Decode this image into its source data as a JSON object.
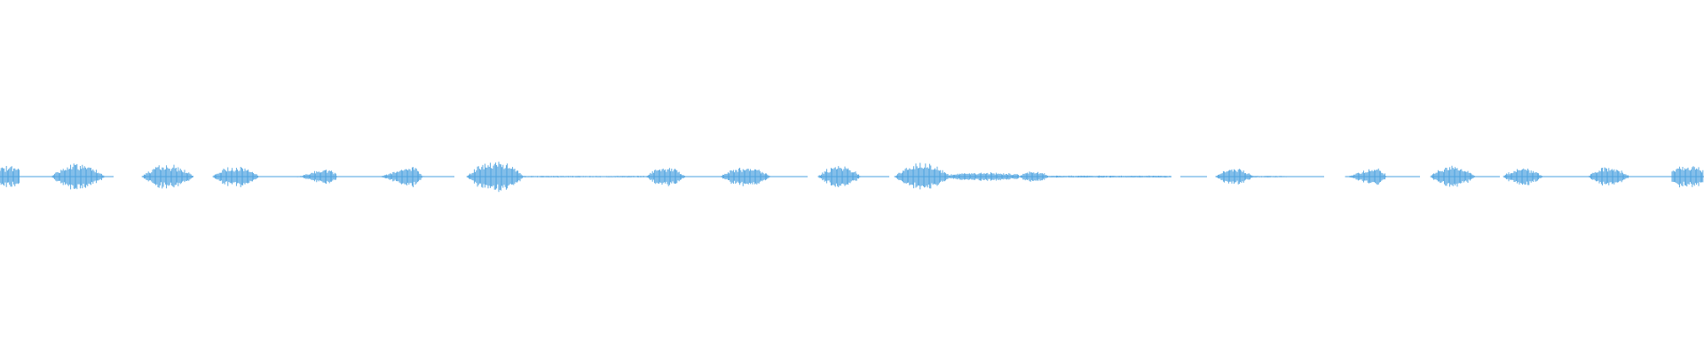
{
  "waveform": {
    "color": "#4ea3e0",
    "background": "#ffffff",
    "amplitude_max": 1.0,
    "duration_units": 1920,
    "segments": [
      {
        "start": 0,
        "end": 22,
        "peak": 0.45,
        "shape": "burst"
      },
      {
        "start": 22,
        "end": 58,
        "peak": 0.0,
        "shape": "flat"
      },
      {
        "start": 58,
        "end": 118,
        "peak": 0.55,
        "shape": "swell"
      },
      {
        "start": 118,
        "end": 128,
        "peak": 0.0,
        "shape": "flat"
      },
      {
        "start": 160,
        "end": 218,
        "peak": 0.5,
        "shape": "swell"
      },
      {
        "start": 240,
        "end": 292,
        "peak": 0.45,
        "shape": "swell"
      },
      {
        "start": 292,
        "end": 334,
        "peak": 0.0,
        "shape": "flat"
      },
      {
        "start": 334,
        "end": 382,
        "peak": 0.42,
        "shape": "ramp"
      },
      {
        "start": 382,
        "end": 426,
        "peak": 0.0,
        "shape": "flat"
      },
      {
        "start": 426,
        "end": 478,
        "peak": 0.55,
        "shape": "ramp"
      },
      {
        "start": 478,
        "end": 512,
        "peak": 0.0,
        "shape": "flat"
      },
      {
        "start": 526,
        "end": 590,
        "peak": 0.65,
        "shape": "swell"
      },
      {
        "start": 590,
        "end": 728,
        "peak": 0.03,
        "shape": "quiet"
      },
      {
        "start": 728,
        "end": 772,
        "peak": 0.4,
        "shape": "swell"
      },
      {
        "start": 772,
        "end": 812,
        "peak": 0.0,
        "shape": "flat"
      },
      {
        "start": 812,
        "end": 868,
        "peak": 0.42,
        "shape": "swell"
      },
      {
        "start": 868,
        "end": 910,
        "peak": 0.0,
        "shape": "flat"
      },
      {
        "start": 922,
        "end": 970,
        "peak": 0.45,
        "shape": "swell"
      },
      {
        "start": 970,
        "end": 1002,
        "peak": 0.0,
        "shape": "flat"
      },
      {
        "start": 1008,
        "end": 1072,
        "peak": 0.55,
        "shape": "swell"
      },
      {
        "start": 1072,
        "end": 1148,
        "peak": 0.18,
        "shape": "tail"
      },
      {
        "start": 1148,
        "end": 1182,
        "peak": 0.25,
        "shape": "swell"
      },
      {
        "start": 1182,
        "end": 1320,
        "peak": 0.04,
        "shape": "quiet"
      },
      {
        "start": 1330,
        "end": 1360,
        "peak": 0.0,
        "shape": "flat"
      },
      {
        "start": 1370,
        "end": 1412,
        "peak": 0.35,
        "shape": "swell"
      },
      {
        "start": 1412,
        "end": 1450,
        "peak": 0.03,
        "shape": "quiet"
      },
      {
        "start": 1450,
        "end": 1492,
        "peak": 0.0,
        "shape": "flat"
      },
      {
        "start": 1516,
        "end": 1564,
        "peak": 0.45,
        "shape": "ramp"
      },
      {
        "start": 1564,
        "end": 1600,
        "peak": 0.0,
        "shape": "flat"
      },
      {
        "start": 1612,
        "end": 1662,
        "peak": 0.45,
        "shape": "swell"
      },
      {
        "start": 1662,
        "end": 1690,
        "peak": 0.0,
        "shape": "flat"
      },
      {
        "start": 1694,
        "end": 1738,
        "peak": 0.38,
        "shape": "swell"
      },
      {
        "start": 1738,
        "end": 1790,
        "peak": 0.0,
        "shape": "flat"
      },
      {
        "start": 1790,
        "end": 1836,
        "peak": 0.4,
        "shape": "swell"
      },
      {
        "start": 1836,
        "end": 1884,
        "peak": 0.0,
        "shape": "flat"
      },
      {
        "start": 1884,
        "end": 1920,
        "peak": 0.45,
        "shape": "burst"
      }
    ]
  }
}
